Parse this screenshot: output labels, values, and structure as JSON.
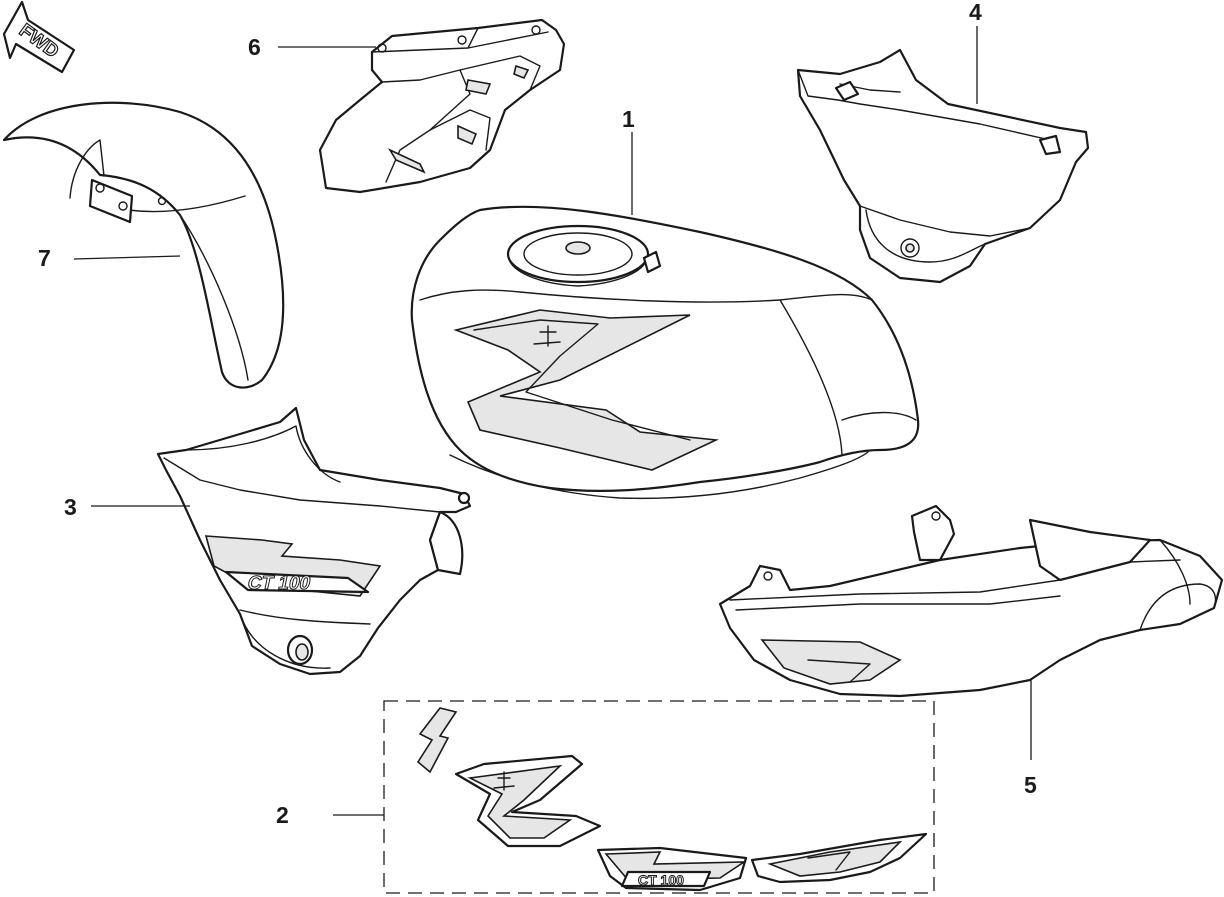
{
  "diagram": {
    "direction_indicator": {
      "label": "FWD",
      "icon": "arrow-icon"
    },
    "callouts": [
      {
        "id": "1",
        "label": "1",
        "part": "fuel-tank"
      },
      {
        "id": "2",
        "label": "2",
        "part": "decal-set"
      },
      {
        "id": "3",
        "label": "3",
        "part": "side-panel-left"
      },
      {
        "id": "4",
        "label": "4",
        "part": "side-panel-right"
      },
      {
        "id": "5",
        "label": "5",
        "part": "tail-cover"
      },
      {
        "id": "6",
        "label": "6",
        "part": "headlight-bracket-cover"
      },
      {
        "id": "7",
        "label": "7",
        "part": "front-fender"
      }
    ],
    "model_badges": {
      "side_panel": "CT 100",
      "decal": "CT 100"
    }
  }
}
